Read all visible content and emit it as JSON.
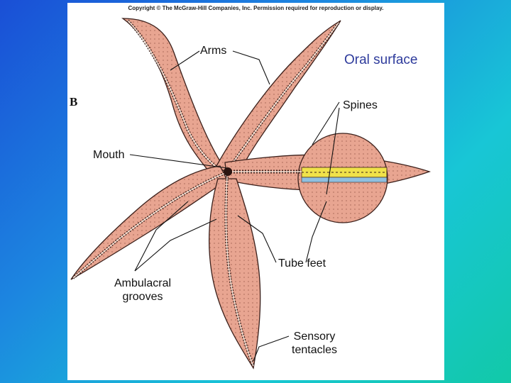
{
  "slide": {
    "title": "Oral surface",
    "copyright": "Copyright © The McGraw-Hill Companies, Inc. Permission required for reproduction or display.",
    "figure_letter": "B"
  },
  "labels": {
    "arms": "Arms",
    "spines": "Spines",
    "mouth": "Mouth",
    "tube_feet": "Tube feet",
    "ambulacral_grooves": [
      "Ambulacral",
      "grooves"
    ],
    "sensory_tentacles": [
      "Sensory",
      "tentacles"
    ]
  },
  "colors": {
    "arm_fill": "#e8a591",
    "arm_outline": "#3a1f1a",
    "groove": "#f3e7dc",
    "yellow_band": "#f0e24a",
    "blue_band": "#8fc0e0",
    "title_color": "#2e3b9c"
  }
}
